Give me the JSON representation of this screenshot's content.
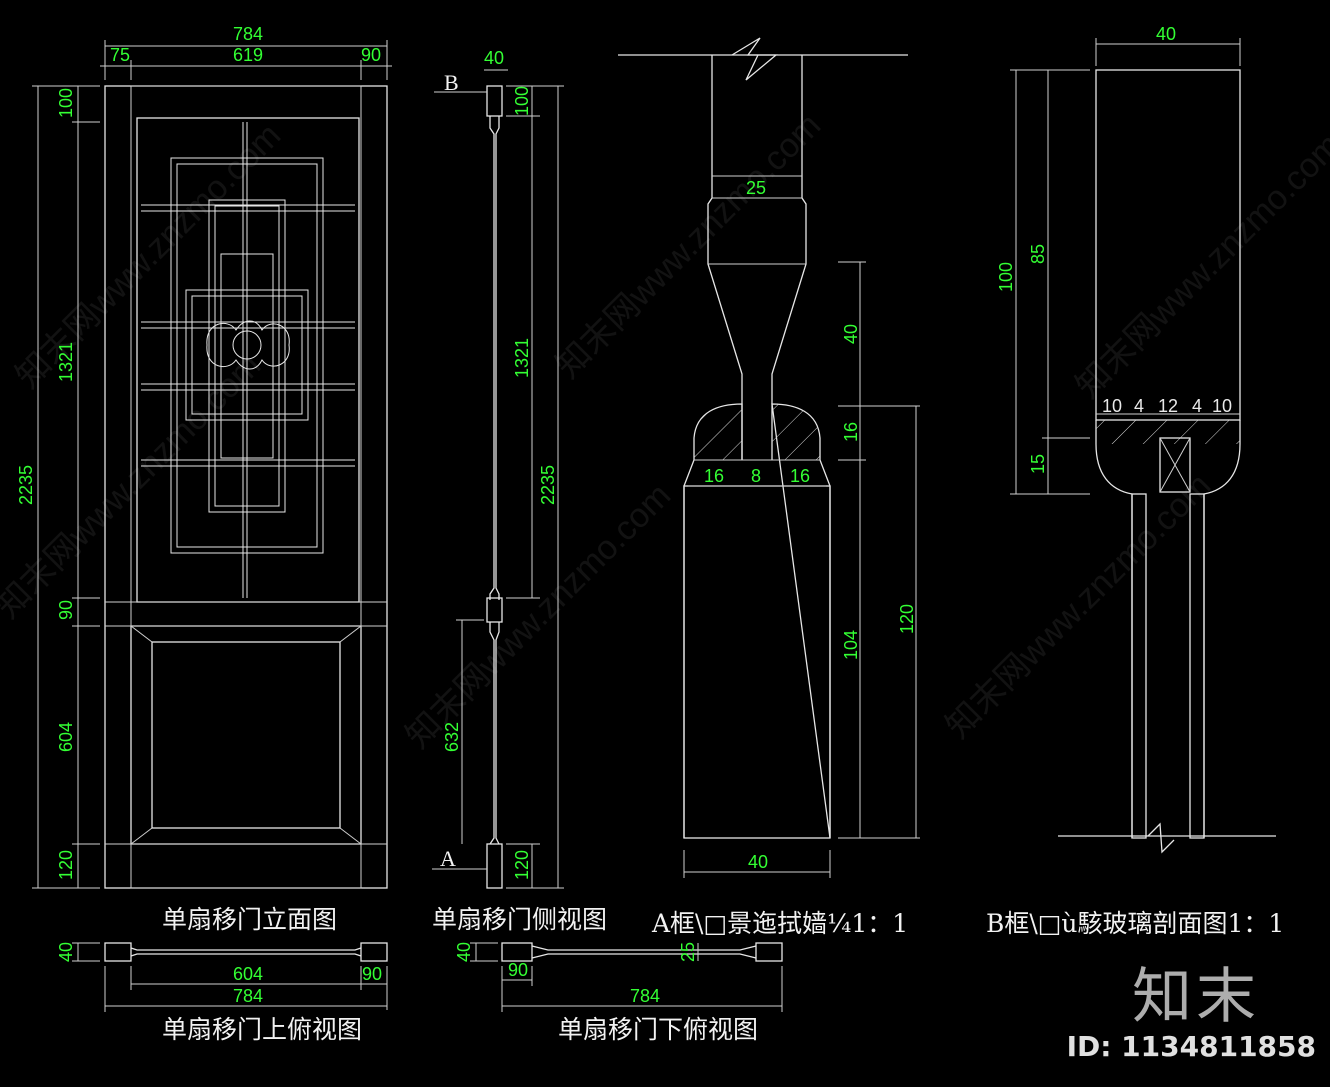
{
  "titles": {
    "front": "单扇移门立面图",
    "side": "单扇移门侧视图",
    "frameA": "A框\\□景迤拭嫱¼1：1",
    "frameB": "B框\\□ù駭玻璃剖面图1：1",
    "top": "单扇移门上俯视图",
    "bottom": "单扇移门下俯视图"
  },
  "labels": {
    "a": "A",
    "b": "B"
  },
  "front_dims": {
    "width": "784",
    "left": "75",
    "mid": "619",
    "right": "90",
    "total_h": "2235",
    "d100": "100",
    "d1321": "1321",
    "d90": "90",
    "d604": "604",
    "d120": "120"
  },
  "side_dims": {
    "thick": "40",
    "d100": "100",
    "d1321": "1321",
    "d2235": "2235",
    "d632": "632",
    "d120": "120"
  },
  "top_view_dims": {
    "thick": "40",
    "d604": "604",
    "d90": "90",
    "d784": "784"
  },
  "bottom_view_dims": {
    "thick": "40",
    "d90": "90",
    "d784": "784",
    "d25": "25"
  },
  "frame_a_dims": {
    "d25": "25",
    "d40": "40",
    "d16v": "16",
    "d104": "104",
    "d120": "120",
    "d16a": "16",
    "d8": "8",
    "d16b": "16",
    "bw40": "40"
  },
  "frame_b_dims": {
    "w40": "40",
    "d100": "100",
    "d85": "85",
    "d15": "15",
    "d10a": "10",
    "d4a": "4",
    "d12": "12",
    "d4b": "4",
    "d10b": "10"
  },
  "watermark": {
    "text": "知末网www.znzmo.com"
  },
  "brand": {
    "logo": "知末",
    "id": "ID: 1134811858"
  },
  "colors": {
    "background": "#000000",
    "line": "#e6e6e6",
    "dimension": "#33ff33"
  }
}
